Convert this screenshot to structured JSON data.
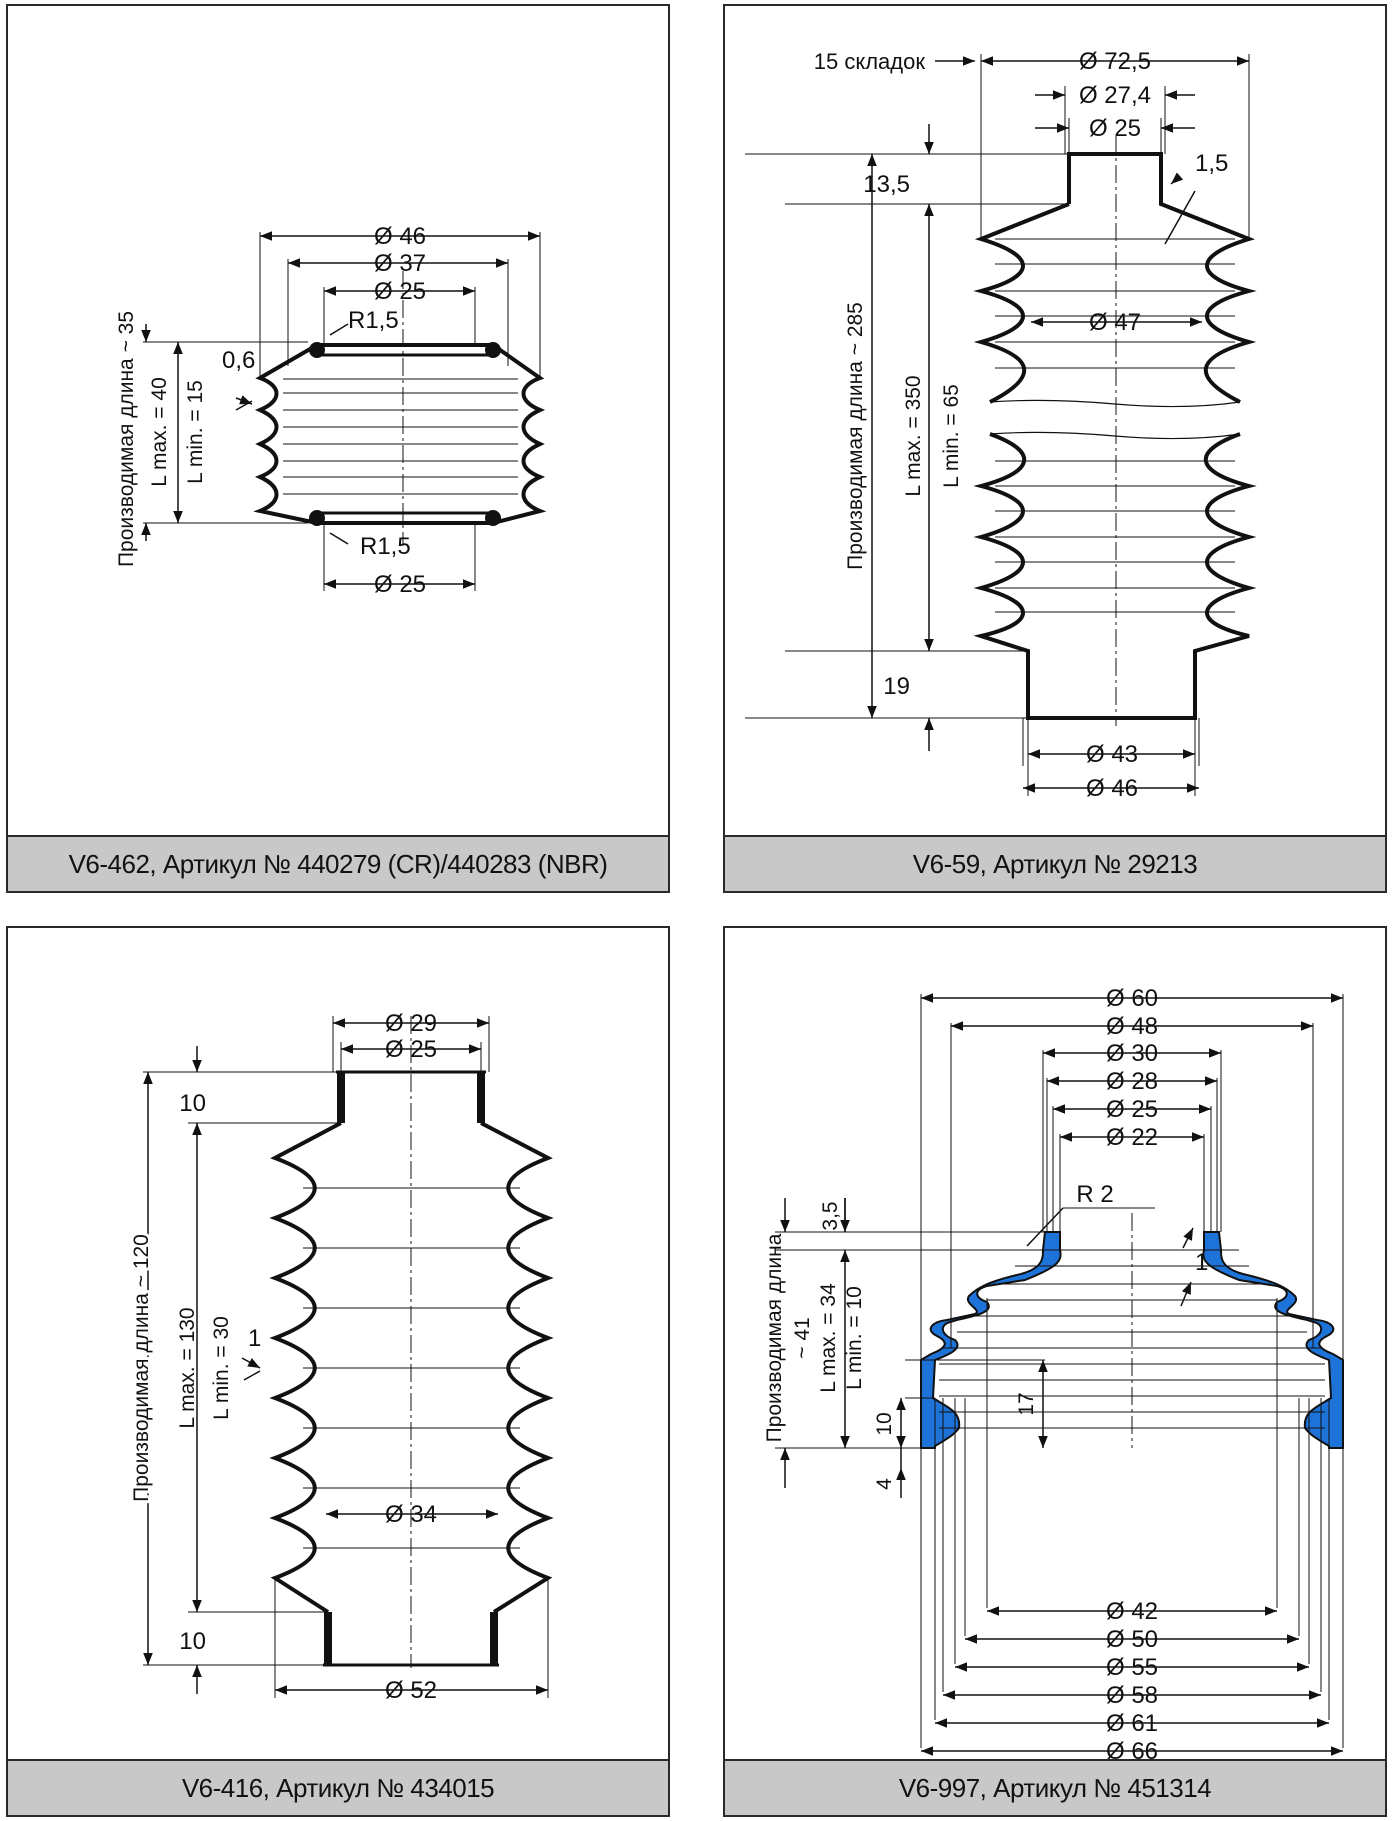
{
  "panels": [
    {
      "caption": "V6-462, Артикул № 440279 (CR)/440283 (NBR)",
      "labels": {
        "d_outer": "Ø 46",
        "d_mid": "Ø 37",
        "d_top": "Ø 25",
        "d_bottom": "Ø 25",
        "r_top": "R1,5",
        "r_bottom": "R1,5",
        "wall": "0,6",
        "prod_length": "Производимая длина ~ 35",
        "lmax": "L max. = 40",
        "lmin": "L min. = 15"
      }
    },
    {
      "caption": "V6-59, Артикул № 29213",
      "labels": {
        "folds": "15 складок",
        "d_outer": "Ø 72,5",
        "d_cuff_outer": "Ø 27,4",
        "d_cuff_inner": "Ø 25",
        "wall": "1,5",
        "top_len": "13,5",
        "d_inner": "Ø 47",
        "bottom_len": "19",
        "d_bottom_inner": "Ø 43",
        "d_bottom_outer": "Ø 46",
        "prod_length": "Производимая длина ~ 285",
        "lmax": "L max. = 350",
        "lmin": "L min. = 65"
      }
    },
    {
      "caption": "V6-416, Артикул № 434015",
      "labels": {
        "d_top_outer": "Ø 29",
        "d_top_inner": "Ø 25",
        "top_len": "10",
        "wall": "1",
        "d_inner": "Ø 34",
        "bottom_len": "10",
        "d_outer": "Ø 52",
        "prod_length": "Производимая длина ~ 120",
        "lmax": "L max. = 130",
        "lmin": "L min. = 30"
      }
    },
    {
      "caption": "V6-997, Артикул № 451314",
      "labels": {
        "d60": "Ø 60",
        "d48": "Ø 48",
        "d30": "Ø 30",
        "d28": "Ø 28",
        "d25": "Ø 25",
        "d22": "Ø 22",
        "r2": "R 2",
        "top_len": "3,5",
        "wall": "1",
        "h17": "17",
        "h10": "10",
        "h4": "4",
        "d42": "Ø 42",
        "d50": "Ø 50",
        "d55": "Ø 55",
        "d58": "Ø 58",
        "d61": "Ø 61",
        "d66": "Ø 66",
        "prod_length_1": "Производимая длина",
        "prod_length_2": "~ 41",
        "lmax": "L max. = 34",
        "lmin": "L min. = 10"
      }
    }
  ],
  "colors": {
    "accent": "#1e73d9",
    "caption_bg": "#c8c8c8",
    "line": "#111111"
  }
}
